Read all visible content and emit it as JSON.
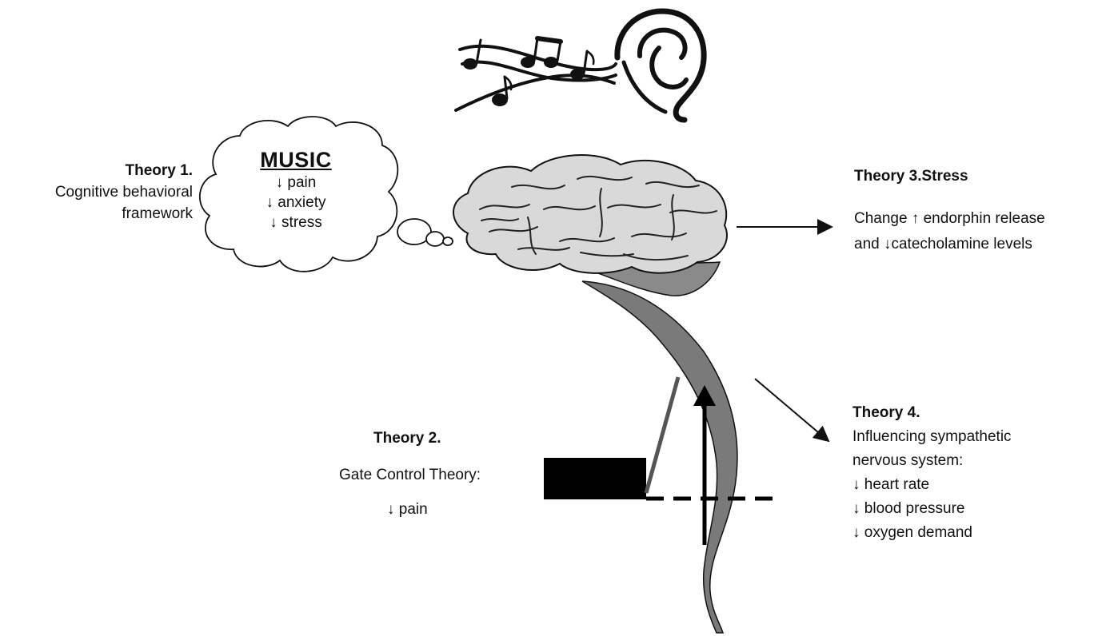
{
  "cloud": {
    "title": "MUSIC",
    "lines": [
      "↓ pain",
      "↓ anxiety",
      "↓ stress"
    ]
  },
  "theory1": {
    "title": "Theory 1.",
    "lines": [
      "Cognitive behavioral",
      "framework"
    ]
  },
  "theory2": {
    "title": "Theory 2.",
    "lines": [
      "Gate Control Theory:",
      "↓ pain"
    ]
  },
  "theory3": {
    "title": "Theory 3.Stress",
    "lines": [
      "Change ↑ endorphin release",
      "and ↓catecholamine levels"
    ]
  },
  "theory4": {
    "title": "Theory 4.",
    "lines": [
      "Influencing sympathetic",
      "nervous system:",
      "↓ heart rate",
      "↓ blood pressure",
      "↓ oxygen demand"
    ]
  },
  "icons": [
    "music-notes-icon",
    "ear-icon",
    "brain-icon",
    "spinal-cord-icon",
    "thought-cloud-icon",
    "gate-icon"
  ],
  "colors": {
    "ink": "#111111",
    "brain_fill": "#d9d9d9",
    "cord_fill": "#7a7a7a"
  }
}
